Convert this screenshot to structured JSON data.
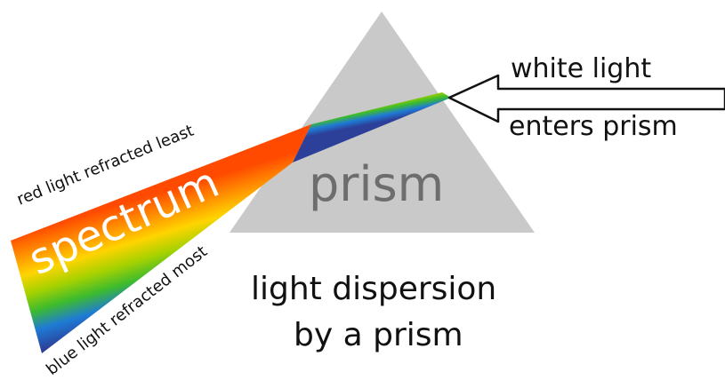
{
  "diagram": {
    "labels": {
      "prism": "prism",
      "white_light": "white light",
      "enters_prism": "enters prism",
      "spectrum": "spectrum",
      "red_refracted": "red light refracted least",
      "blue_refracted": "blue light refracted most",
      "caption_line1": "light dispersion",
      "caption_line2": "by a prism"
    },
    "colors": {
      "prism_fill": "#c9c9c9",
      "prism_text": "#6d6d6d",
      "text": "#111111",
      "arrow_stroke": "#111111",
      "arrow_fill": "#ffffff",
      "spectrum": [
        "#ff4a00",
        "#ff8a00",
        "#ffd400",
        "#a8d200",
        "#3dbb2d",
        "#1e7bd4",
        "#2c3f99"
      ]
    }
  }
}
